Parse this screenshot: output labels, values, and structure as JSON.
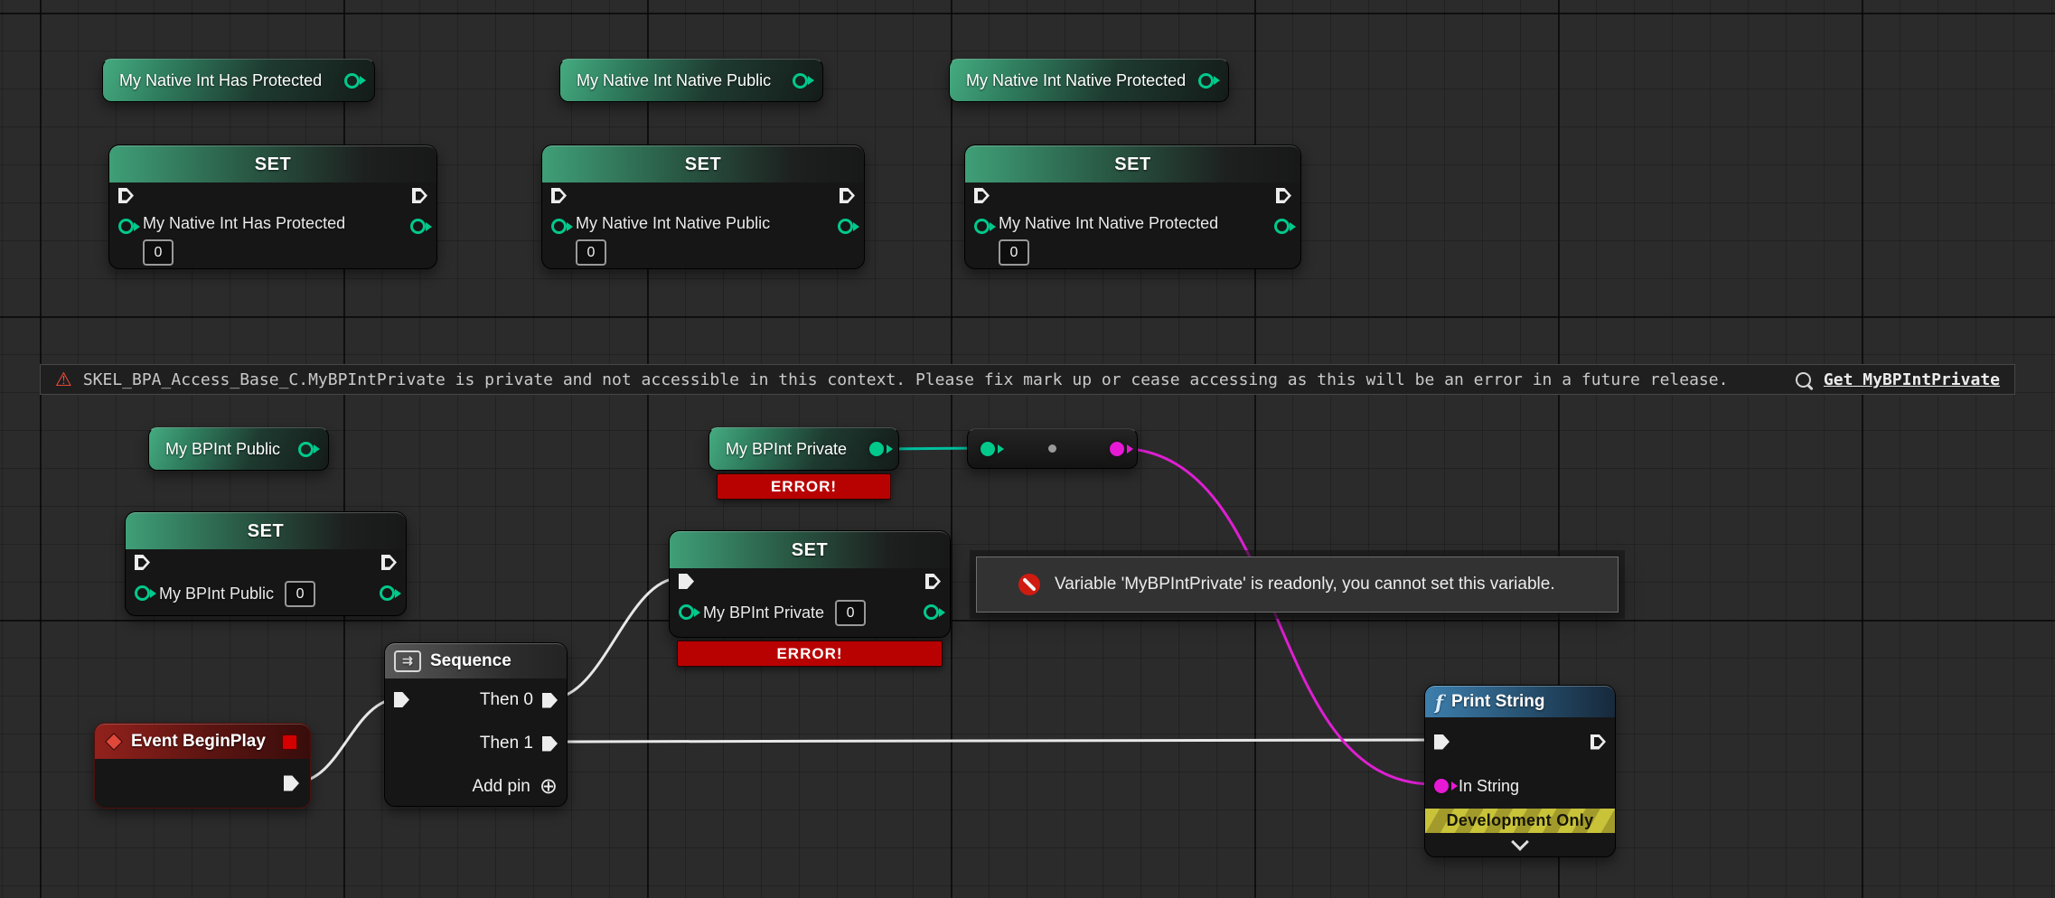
{
  "graph": {
    "icons": {
      "warning": "⚠",
      "sequence": "⇉",
      "add_pin": "⊕",
      "function": "f"
    },
    "warning_bar": {
      "message": "SKEL_BPA_Access_Base_C.MyBPIntPrivate is private and not accessible in this context. Please fix mark up or cease accessing as this will be an error in a future release.",
      "link_label": "Get MyBPIntPrivate"
    },
    "tooltip": {
      "text": "Variable 'MyBPIntPrivate' is readonly, you cannot set this variable."
    },
    "nodes": {
      "getter_native_has_protected": {
        "label": "My Native Int Has Protected"
      },
      "getter_native_public": {
        "label": "My Native Int Native Public"
      },
      "getter_native_protected": {
        "label": "My Native Int Native Protected"
      },
      "getter_bp_public": {
        "label": "My BPInt Public"
      },
      "getter_bp_private": {
        "label": "My BPInt Private",
        "error_label": "ERROR!"
      },
      "set_native_has_protected": {
        "header": "SET",
        "pin_label": "My Native Int Has Protected",
        "value": "0"
      },
      "set_native_public": {
        "header": "SET",
        "pin_label": "My Native Int Native Public",
        "value": "0"
      },
      "set_native_protected": {
        "header": "SET",
        "pin_label": "My Native Int Native Protected",
        "value": "0"
      },
      "set_bp_public": {
        "header": "SET",
        "pin_label": "My BPInt Public",
        "value": "0"
      },
      "set_bp_private": {
        "header": "SET",
        "pin_label": "My BPInt Private",
        "value": "0",
        "error_label": "ERROR!"
      },
      "sequence": {
        "title": "Sequence",
        "then0": "Then 0",
        "then1": "Then 1",
        "add_pin": "Add pin"
      },
      "event_begin_play": {
        "title": "Event BeginPlay"
      },
      "print_string": {
        "title": "Print String",
        "in_string": "In String",
        "dev_banner": "Development Only"
      }
    },
    "colors": {
      "int_pin": "#00c98b",
      "string_pin": "#e619d4",
      "exec_pin": "#ededed",
      "error_banner": "#b80202",
      "event_header": "#93211c",
      "function_header": "#3d7fae",
      "variable_header": "#3f9f77"
    }
  }
}
